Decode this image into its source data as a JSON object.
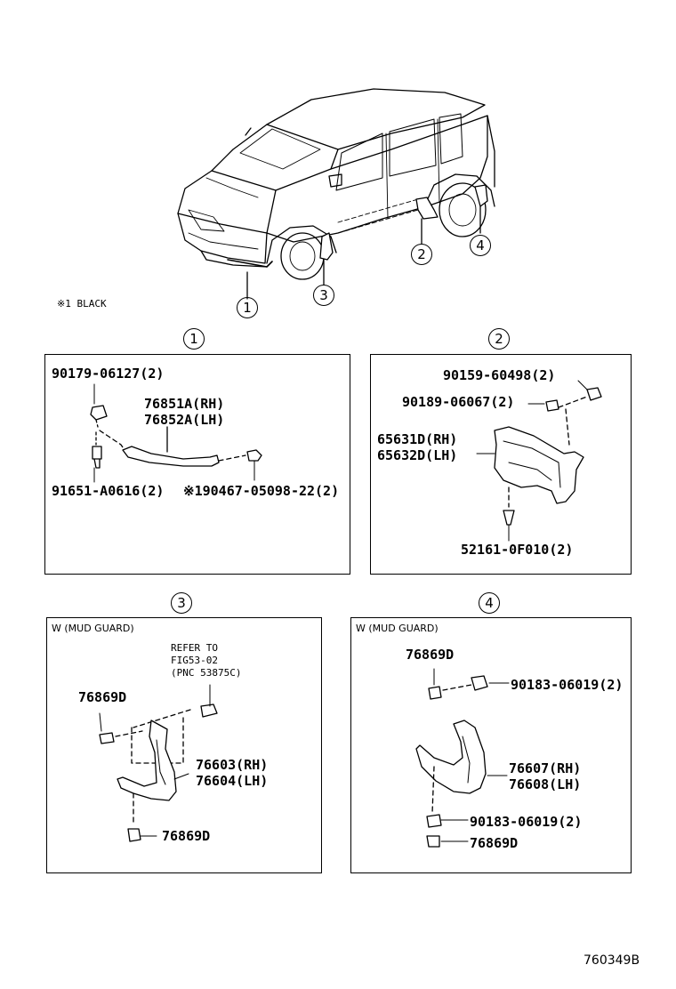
{
  "note": "※1 BLACK",
  "callouts": [
    "1",
    "2",
    "3",
    "4"
  ],
  "boxes": {
    "box1": {
      "number": "1",
      "labels": {
        "a": "90179-06127(2)",
        "b": "76851A(RH)",
        "c": "76852A(LH)",
        "d": "91651-A0616(2)",
        "e": "※190467-05098-22(2)"
      }
    },
    "box2": {
      "number": "2",
      "labels": {
        "a": "90159-60498(2)",
        "b": "90189-06067(2)",
        "c": "65631D(RH)",
        "d": "65632D(LH)",
        "e": "52161-0F010(2)"
      }
    },
    "box3": {
      "number": "3",
      "condition": "W (MUD GUARD)",
      "refer": [
        "REFER TO",
        "FIG53-02",
        "(PNC 53875C)"
      ],
      "labels": {
        "a": "76869D",
        "b": "76603(RH)",
        "c": "76604(LH)",
        "d": "76869D"
      }
    },
    "box4": {
      "number": "4",
      "condition": "W (MUD GUARD)",
      "labels": {
        "a": "76869D",
        "b": "90183-06019(2)",
        "c": "76607(RH)",
        "d": "76608(LH)",
        "e": "90183-06019(2)",
        "f": "76869D"
      }
    }
  },
  "figure_id": "760349B"
}
